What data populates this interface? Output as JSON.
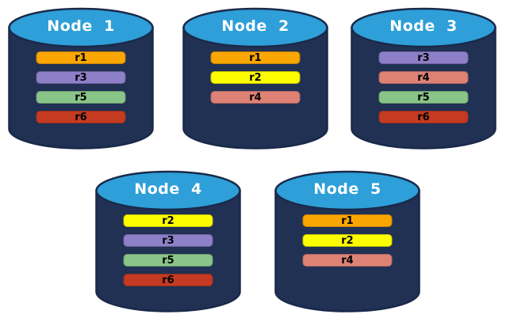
{
  "colors": {
    "background": "#FFFFFF",
    "cylinder_body": "#203154",
    "cylinder_outline": "#1A294A",
    "cylinder_top": "#2E9FD8",
    "title_text": "#FFFFFF",
    "bar_text": "#000000"
  },
  "replica_colors": {
    "r1": "#F9A602",
    "r2": "#FDFD00",
    "r3": "#8E7FC9",
    "r4": "#DE8276",
    "r5": "#89C588",
    "r6": "#C43B22"
  },
  "nodes": [
    {
      "label": "Node  1",
      "replicas": [
        "r1",
        "r3",
        "r5",
        "r6"
      ]
    },
    {
      "label": "Node  2",
      "replicas": [
        "r1",
        "r2",
        "r4"
      ]
    },
    {
      "label": "Node  3",
      "replicas": [
        "r3",
        "r4",
        "r5",
        "r6"
      ]
    },
    {
      "label": "Node  4",
      "replicas": [
        "r2",
        "r3",
        "r5",
        "r6"
      ]
    },
    {
      "label": "Node  5",
      "replicas": [
        "r1",
        "r2",
        "r4"
      ]
    }
  ]
}
